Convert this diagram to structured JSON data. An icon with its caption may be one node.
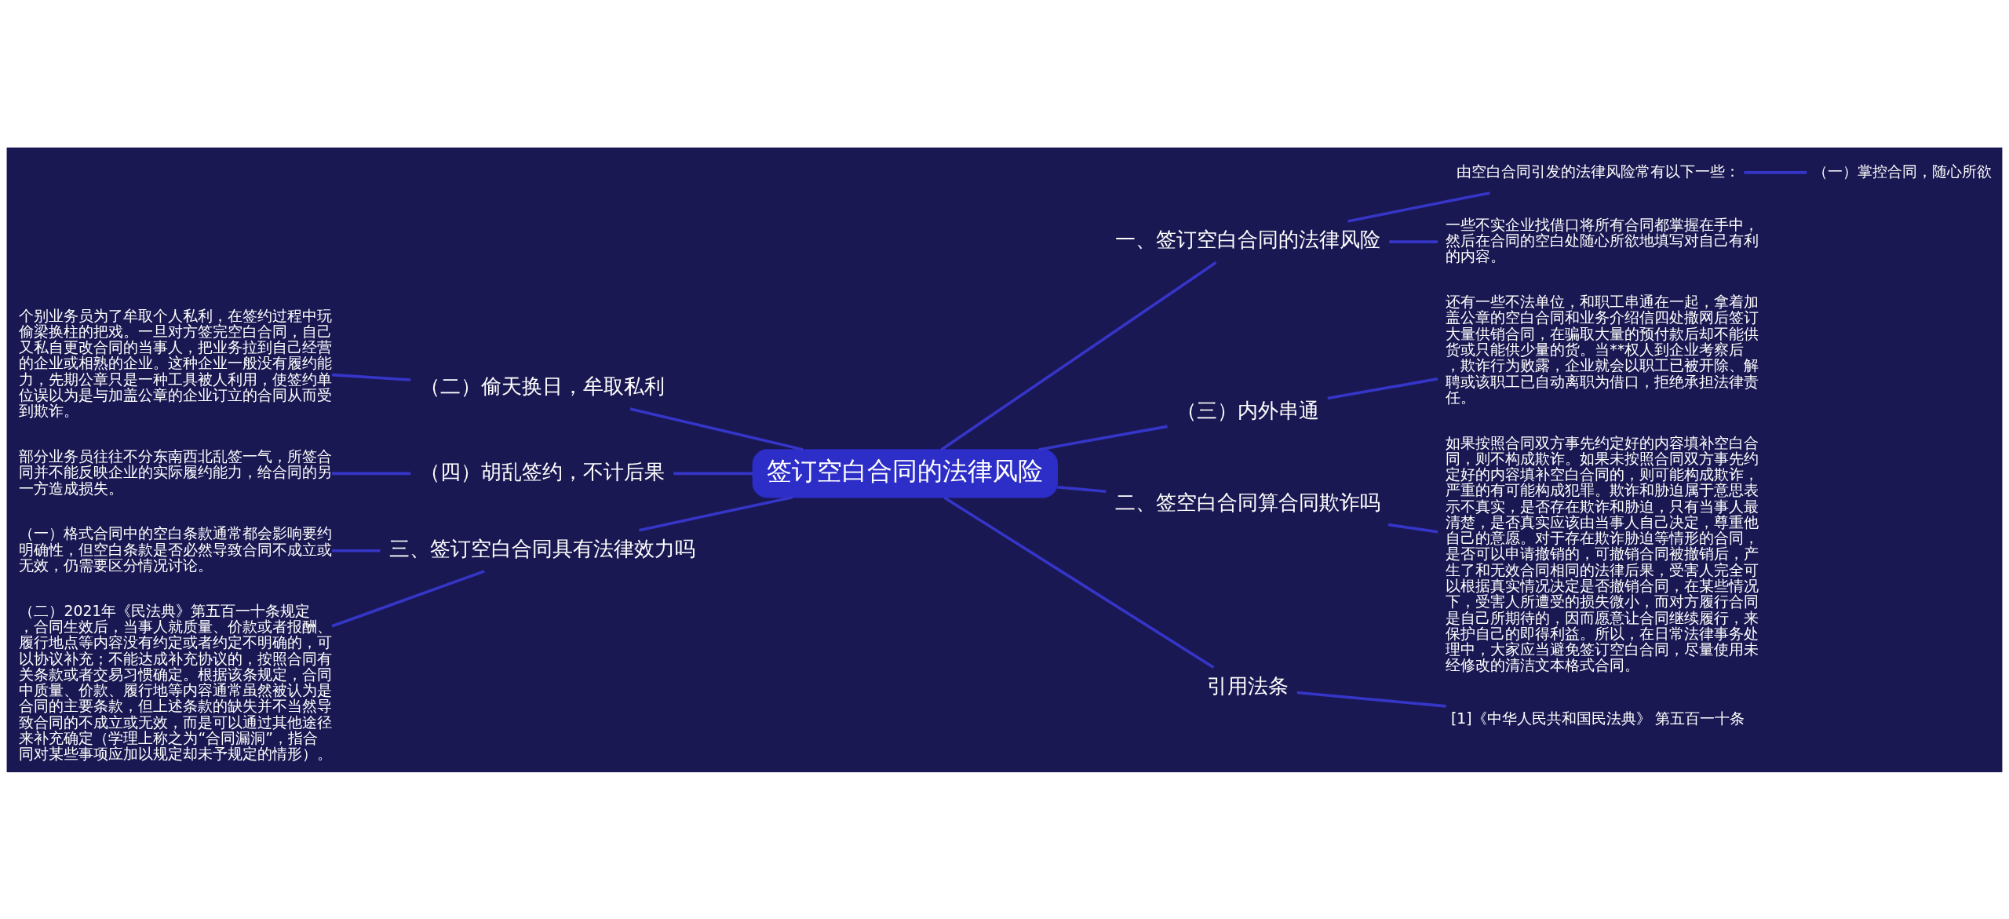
{
  "diagram": {
    "nodes": [
      {
        "text": [
          "签订空白合同的法律风险"
        ]
      },
      {
        "text": [
          "一、签订空白合同的法律风险"
        ]
      },
      {
        "text": [
          "由空白合同引发的法律风险常有以下一些："
        ]
      },
      {
        "text": [
          "（一）掌控合同，随心所欲"
        ]
      },
      {
        "text": [
          "一些不实企业找借口将所有合同都掌握在手中，然后在合同的空白处随心所欲地填写对自己有利的内容。"
        ]
      },
      {
        "text": [
          "（三）内外串通"
        ]
      },
      {
        "text": [
          "还有一些不法单位，和职工串通在一起，拿着加盖公章的空白合同和业务介绍信四处撒网后签订大量供销合同，在骗取大量的预付款后却不能供货或只能供少量的货。当**权人到企业考察后，欺诈行为败露，企业就会以职工已被开除、解聘或该职工已自动离职为借口，拒绝承担法律责任。"
        ]
      },
      {
        "text": [
          "二、签空白合同算合同欺诈吗"
        ]
      },
      {
        "text": [
          "如果按照合同双方事先约定好的内容填补空白合同，则不构成欺诈。如果未按照合同双方事先约定好的内容填补空白合同的，则可能构成欺诈，严重的有可能构成犯罪。欺诈和胁迫属于意思表示不真实，是否存在欺诈和胁迫，只有当事人最清楚，是否真实应该由当事人自己决定，尊重他自己的意愿。对于存在欺诈胁迫等情形的合同，是否可以申请撤销的，可撤销合同被撤销后，产生了和无效合同相同的法律后果，受害人完全可以根据真实情况决定是否撤销合同，在某些情况下，受害人所遭受的损失微小，而对方履行合同是自己所期待的，因而愿意让合同继续履行，来保护自己的即得利益。所以，在日常法律事务处理中，大家应当避免签订空白合同，尽量使用未经修改的清洁文本格式合同。"
        ]
      },
      {
        "text": [
          "引用法条"
        ]
      },
      {
        "text": [
          "[1]《中华人民共和国民法典》 第五百一十条"
        ]
      },
      {
        "text": [
          "（二）偷天换日，牟取私利"
        ]
      },
      {
        "text": [
          "个别业务员为了牟取个人私利，在签约过程中玩偷梁换柱的把戏。一旦对方签完空白合同，自己又私自更改合同的当事人，把业务拉到自己经营的企业或相熟的企业。这种企业一般没有履约能力，先期公章只是一种工具被人利用，使签约单位误以为是与加盖公章的企业订立的合同从而受到欺诈。"
        ]
      },
      {
        "text": [
          "（四）胡乱签约，不计后果"
        ]
      },
      {
        "text": [
          "部分业务员往往不分东南西北乱签一气，所签合同并不能反映企业的实际履约能力，给合同的另一方造成损失。"
        ]
      },
      {
        "text": [
          "三、签订空白合同具有法律效力吗"
        ]
      },
      {
        "text": [
          "（一）格式合同中的空白条款通常都会影响要约明确性，但空白条款是否必然导致合同不成立或无效，仍需要区分情况讨论。"
        ]
      },
      {
        "text": [
          "（二）2021年《民法典》第五百一十条规定，合同生效后，当事人就质量、价款或者报酬、履行地点等内容没有约定或者约定不明确的，可以协议补充；不能达成补充协议的，按照合同有关条款或者交易习惯确定。根据该条规定，合同中质量、价款、履行地等内容通常虽然被认为是合同的主要条款，但上述条款的缺失并不当然导致合同的不成立或无效，而是可以通过其他途径来补充确定（学理上称之为“合同漏洞”，指合同对某些事项应加以规定却未予规定的情形）。"
        ]
      }
    ],
    "edges": [
      {
        "from": 0,
        "to": 1,
        "arrow": "none"
      },
      {
        "from": 1,
        "to": 2,
        "arrow": "none"
      },
      {
        "from": 2,
        "to": 3,
        "arrow": "none"
      },
      {
        "from": 1,
        "to": 4,
        "arrow": "none"
      },
      {
        "from": 0,
        "to": 5,
        "arrow": "none"
      },
      {
        "from": 5,
        "to": 6,
        "arrow": "none"
      },
      {
        "from": 0,
        "to": 7,
        "arrow": "none"
      },
      {
        "from": 7,
        "to": 8,
        "arrow": "none"
      },
      {
        "from": 0,
        "to": 9,
        "arrow": "none"
      },
      {
        "from": 9,
        "to": 10,
        "arrow": "none"
      },
      {
        "from": 0,
        "to": 11,
        "arrow": "none"
      },
      {
        "from": 11,
        "to": 12,
        "arrow": "none"
      },
      {
        "from": 0,
        "to": 13,
        "arrow": "none"
      },
      {
        "from": 13,
        "to": 14,
        "arrow": "none"
      },
      {
        "from": 0,
        "to": 15,
        "arrow": "none"
      },
      {
        "from": 15,
        "to": 16,
        "arrow": "none"
      },
      {
        "from": 15,
        "to": 17,
        "arrow": "none"
      }
    ]
  }
}
